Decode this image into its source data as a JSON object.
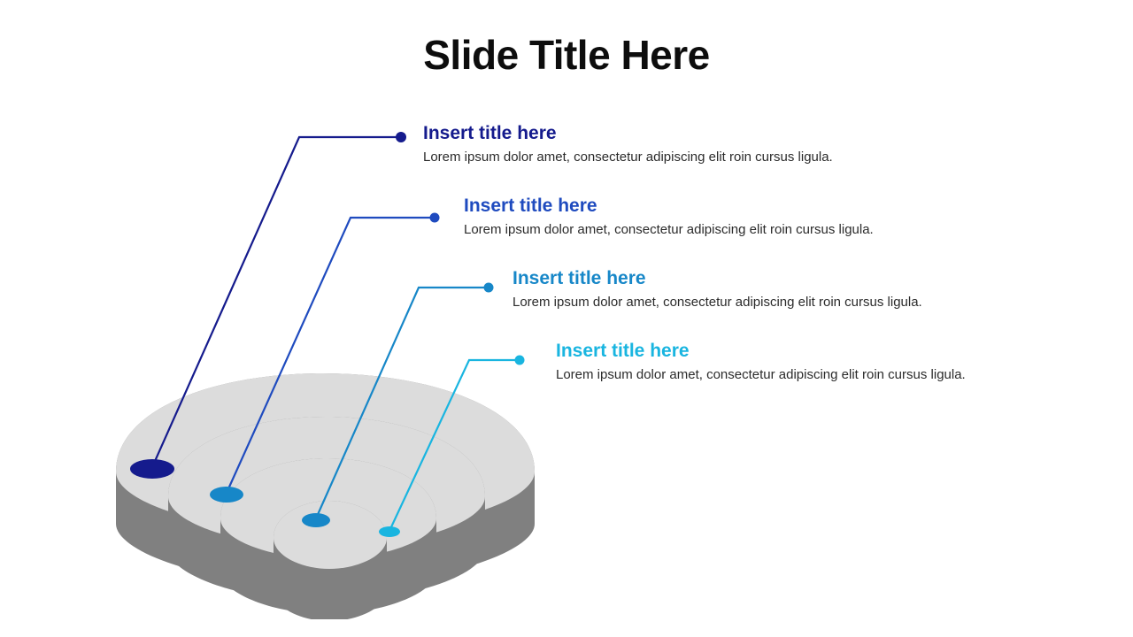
{
  "slide": {
    "title": "Slide Title Here",
    "background_color": "#FFFFFF",
    "title_color": "#0D0D0D"
  },
  "palette": {
    "level_1": "#151B8D",
    "level_2": "#1F4BBF",
    "level_3": "#1787C8",
    "level_4": "#19B5E0",
    "shape_top": "#DCDCDC",
    "shape_side": "#808080",
    "body_text": "#2B2B2B"
  },
  "items": [
    {
      "id": 1,
      "title": "Insert title here",
      "body": "Lorem ipsum dolor amet, consectetur adipiscing elit roin cursus ligula.",
      "color": "#151B8D"
    },
    {
      "id": 2,
      "title": "Insert title here",
      "body": "Lorem ipsum dolor amet, consectetur adipiscing elit roin cursus ligula.",
      "color": "#1F4BBF"
    },
    {
      "id": 3,
      "title": "Insert title here",
      "body": "Lorem ipsum dolor amet, consectetur adipiscing elit roin cursus ligula.",
      "color": "#1787C8"
    },
    {
      "id": 4,
      "title": "Insert title here",
      "body": "Lorem ipsum dolor amet, consectetur adipiscing elit roin cursus ligula.",
      "color": "#19B5E0"
    }
  ],
  "diagram": {
    "name": "layered-signal-arcs-3d",
    "layer_count": 4,
    "style": "isometric-extruded-arcs"
  }
}
